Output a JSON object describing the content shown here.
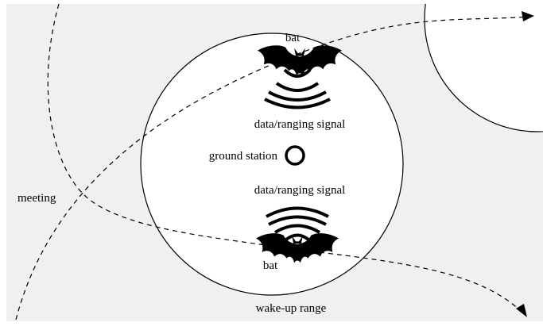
{
  "labels": {
    "bat_top": "bat",
    "signal_top": "data/ranging signal",
    "ground_station": "ground station",
    "signal_bottom": "data/ranging signal",
    "bat_bottom": "bat",
    "meeting": "meeting",
    "wake_up_range": "wake-up range"
  },
  "colors": {
    "background_region": "#f0f0f0",
    "zone_fill": "#ffffff",
    "stroke": "#000000"
  },
  "icons": [
    "bat-icon",
    "signal-waves-icon",
    "ground-station-icon",
    "arrowhead-icon"
  ]
}
